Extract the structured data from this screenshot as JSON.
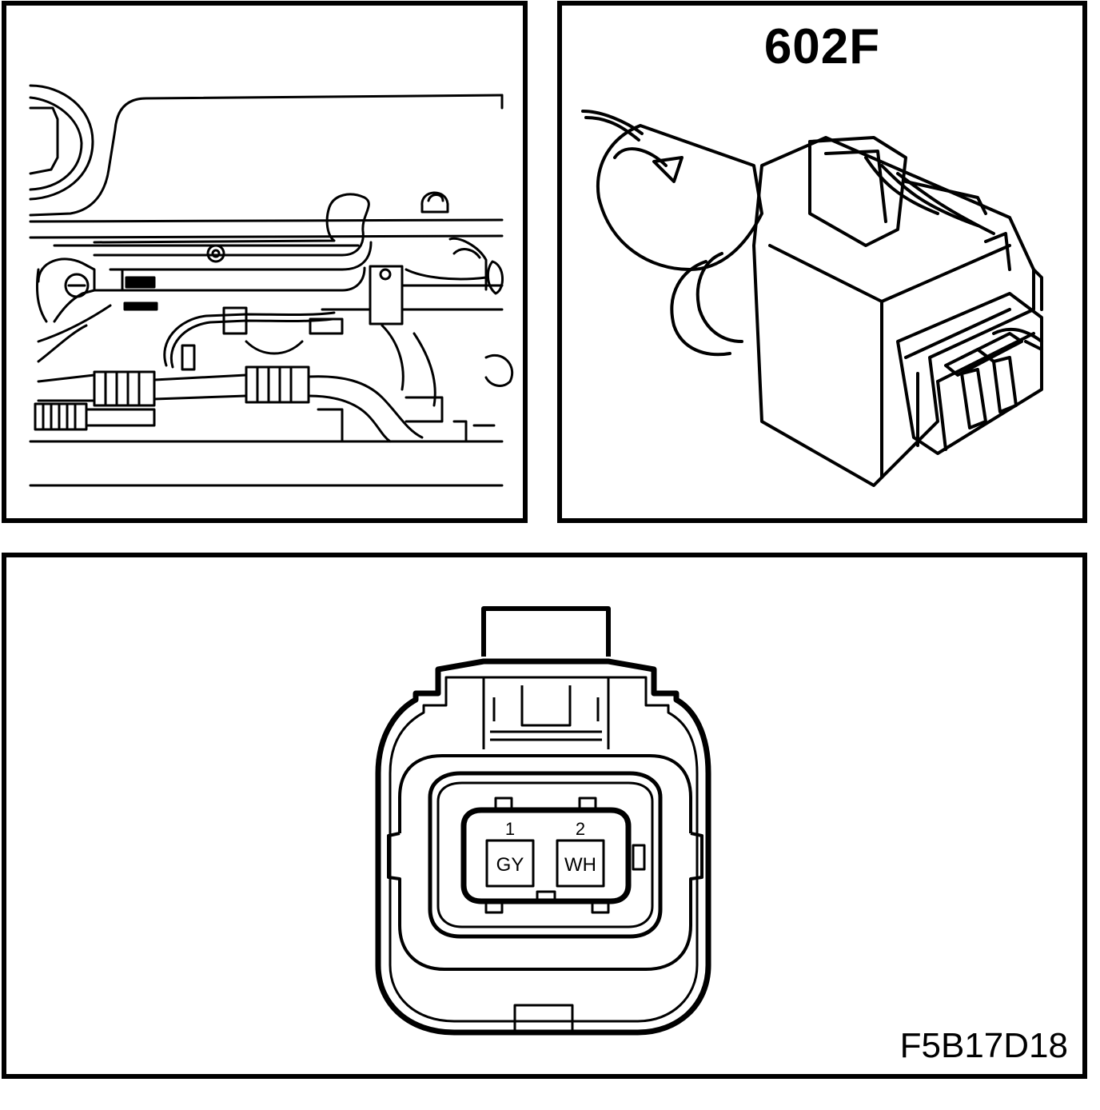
{
  "connector": {
    "id": "602F",
    "pins": [
      {
        "number": "1",
        "color": "GY"
      },
      {
        "number": "2",
        "color": "WH"
      }
    ]
  },
  "figure_code": "F5B17D18",
  "colors": {
    "line": "#000000",
    "background": "#ffffff"
  }
}
